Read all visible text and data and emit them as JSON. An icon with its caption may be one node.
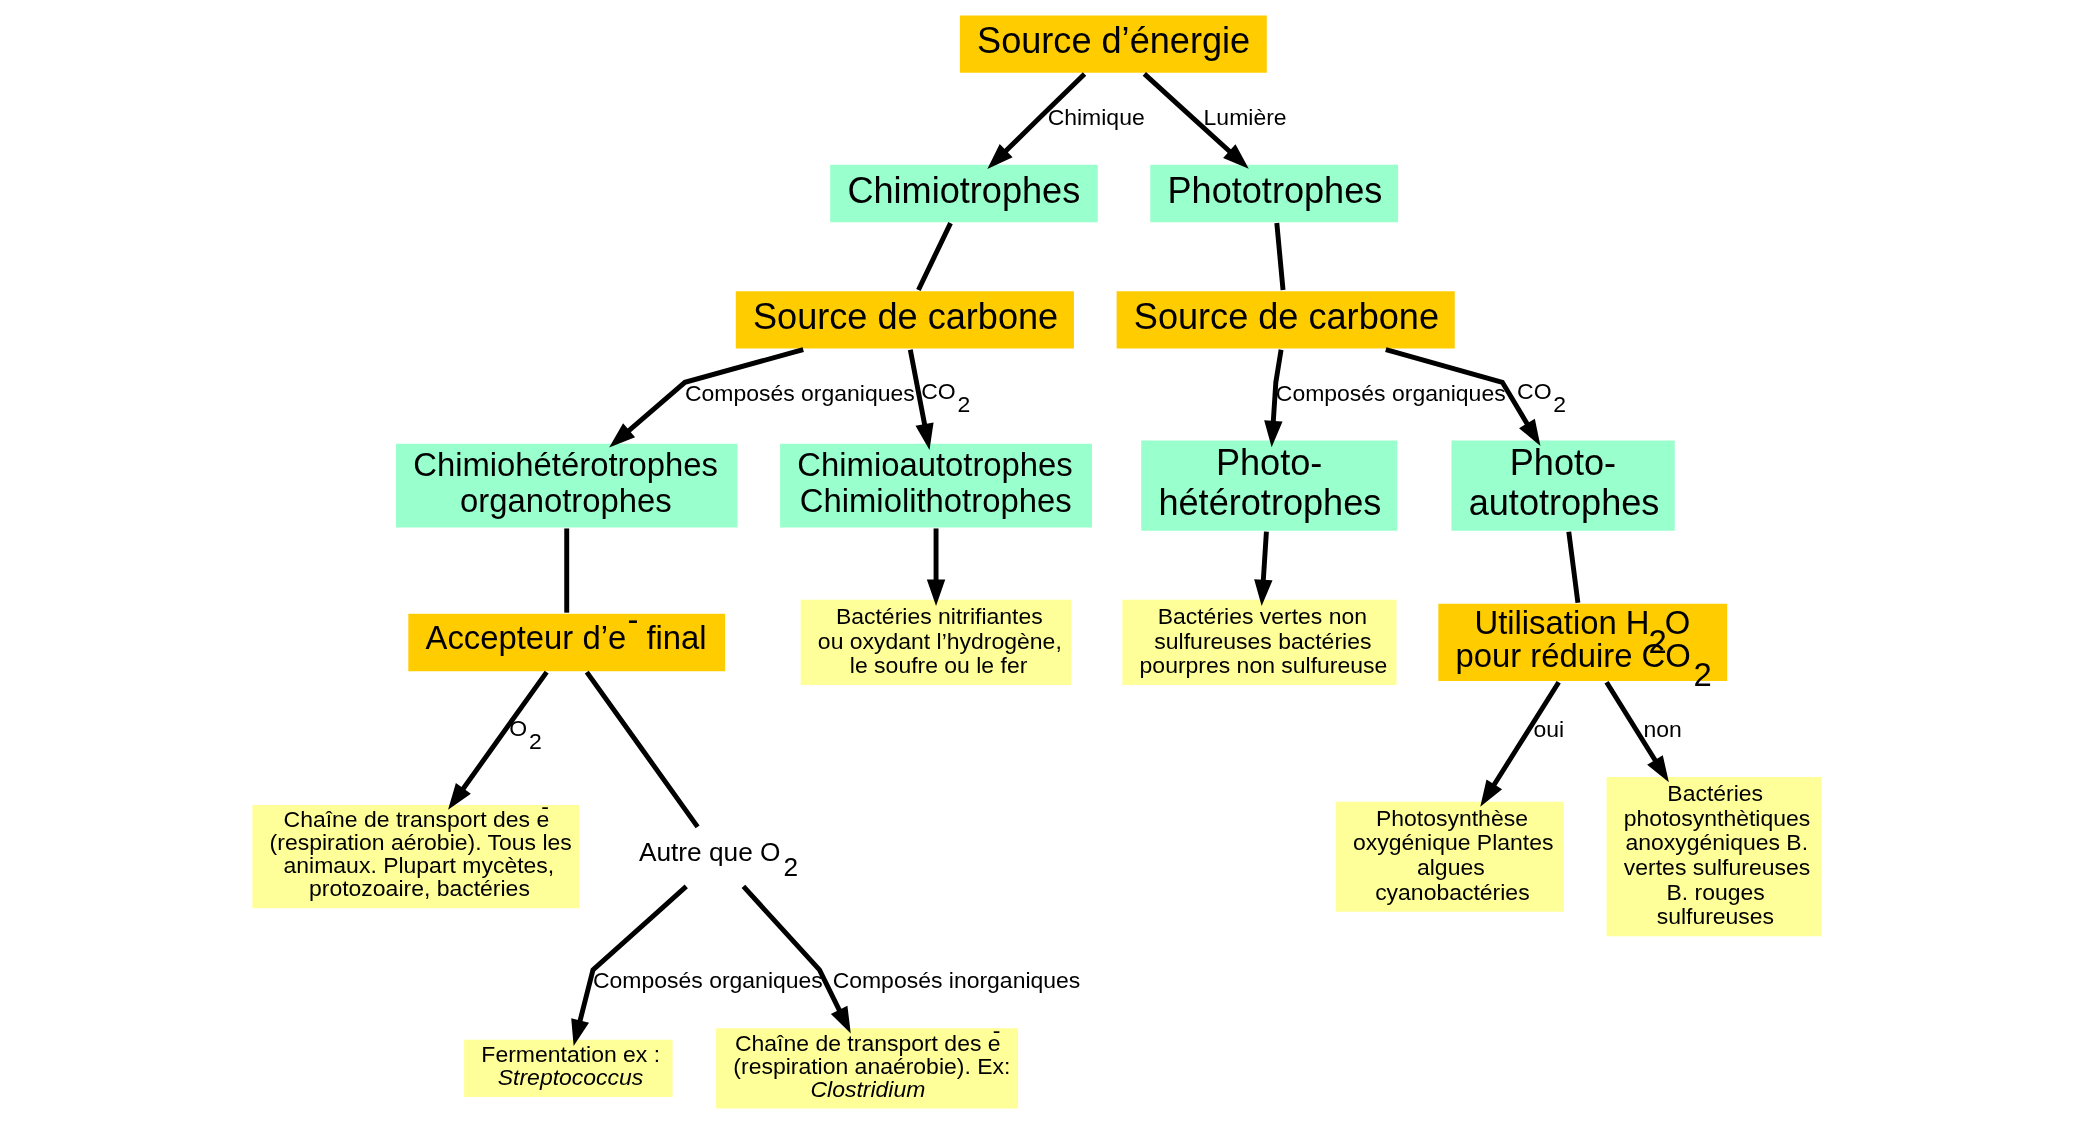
{
  "diagram": {
    "nodes": [
      {
        "text": [
          "Source d’énergie"
        ]
      },
      {
        "text": [
          "Chimiotrophes"
        ]
      },
      {
        "text": [
          "Phototrophes"
        ]
      },
      {
        "text": [
          "Source de carbone"
        ]
      },
      {
        "text": [
          "Chimiohétérotrophes organotrophes"
        ]
      },
      {
        "text": [
          "Chimioautotrophes Chimiolithotrophes"
        ]
      },
      {
        "text": [
          "Accepteur d’e$^{-}$ final"
        ]
      },
      {
        "text": [
          "Chaîne de transport des e$^{-}$ (respiration aérobie). Tous les animaux. Plupart mycètes, protozoaire, bactéries"
        ]
      },
      {
        "text": [
          "Fermentation ex : *Streptococcus*"
        ]
      },
      {
        "text": [
          "Chaîne de transport des e$^{-}$ (respiration anaérobie). Ex: *Clostridium*"
        ]
      },
      {
        "text": [
          "Bactéries nitrifiantes ou oxydant l’hydrogène, le soufre ou le fer"
        ]
      },
      {
        "text": [
          "Source de carbone"
        ]
      },
      {
        "text": [
          "Photo- hétérotrophes"
        ]
      },
      {
        "text": [
          "Photo- autotrophes"
        ]
      },
      {
        "text": [
          "Bactéries vertes non sulfureuses bactéries pourpres non sulfureuse"
        ]
      },
      {
        "text": [
          "Utilisation H$_{2}$O pour réduire CO$_{2}$"
        ]
      },
      {
        "text": [
          "Photosynthèse oxygénique Plantes algues cyanobactéries"
        ]
      },
      {
        "text": [
          "Bactéries photosynthètiques anoxygéniques B. vertes sulfureuses B. rouges sulfureuses"
        ]
      },
      {
        "text": [
          "Autre que O$_{2}$"
        ]
      }
    ],
    "edges": [
      {
        "from": 0,
        "to": 1,
        "arrow": "to",
        "label": "Chimique"
      },
      {
        "from": 0,
        "to": 2,
        "arrow": "to",
        "label": "Lumière"
      },
      {
        "from": 1,
        "to": 3,
        "arrow": "none"
      },
      {
        "from": 3,
        "to": 4,
        "arrow": "to",
        "label": "Composés organiques"
      },
      {
        "from": 3,
        "to": 5,
        "arrow": "to",
        "label": "CO$_{2}$"
      },
      {
        "from": 4,
        "to": 6,
        "arrow": "none"
      },
      {
        "from": 6,
        "to": 7,
        "arrow": "to",
        "label": "O$_{2}$"
      },
      {
        "from": 6,
        "to": 18,
        "arrow": "none"
      },
      {
        "from": 18,
        "to": 8,
        "arrow": "to",
        "label": "Composés organiques"
      },
      {
        "from": 18,
        "to": 9,
        "arrow": "to",
        "label": "Composés inorganiques"
      },
      {
        "from": 5,
        "to": 10,
        "arrow": "to"
      },
      {
        "from": 2,
        "to": 11,
        "arrow": "none"
      },
      {
        "from": 11,
        "to": 12,
        "arrow": "to",
        "label": "Composés organiques"
      },
      {
        "from": 11,
        "to": 13,
        "arrow": "to",
        "label": "CO$_{2}$"
      },
      {
        "from": 12,
        "to": 14,
        "arrow": "to"
      },
      {
        "from": 13,
        "to": 15,
        "arrow": "none"
      },
      {
        "from": 15,
        "to": 16,
        "arrow": "to",
        "label": "oui"
      },
      {
        "from": 15,
        "to": 17,
        "arrow": "to",
        "label": "non"
      }
    ]
  }
}
